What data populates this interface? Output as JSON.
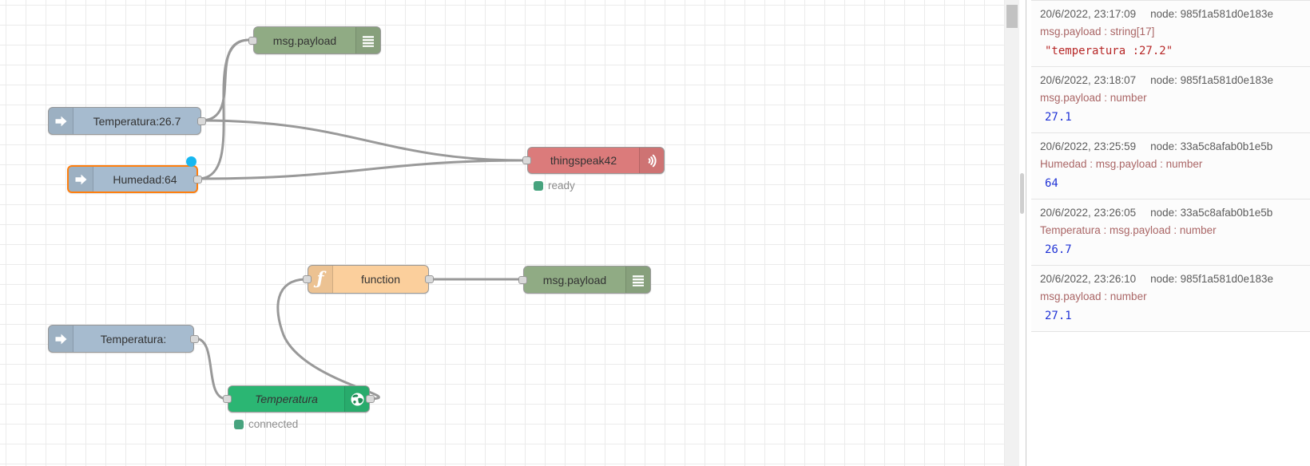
{
  "canvas": {
    "nodes": {
      "debug_top": {
        "label": "msg.payload",
        "icon": "debug-list-icon"
      },
      "inject_temp": {
        "label": "Temperatura:26.7",
        "icon": "inject-arrow-icon"
      },
      "inject_hum": {
        "label": "Humedad:64",
        "icon": "inject-arrow-icon",
        "selected": true,
        "changed": true
      },
      "thingspeak": {
        "label": "thingspeak42",
        "icon": "broadcast-icon",
        "status": "ready"
      },
      "function1": {
        "label": "function",
        "icon": "function-f-icon"
      },
      "debug_mid": {
        "label": "msg.payload",
        "icon": "debug-list-icon"
      },
      "inject_temp2": {
        "label": "Temperatura:",
        "icon": "inject-arrow-icon"
      },
      "websocket": {
        "label": "Temperatura",
        "icon": "globe-icon",
        "status": "connected"
      }
    },
    "colors": {
      "inject": "#a6bbcf",
      "debug": "#90ab84",
      "function": "#fbcf9c",
      "thingspeak": "#db7b7b",
      "websocket": "#2bb673",
      "selected_border": "#ff7f0e",
      "changed_dot": "#17b7f0",
      "status_dot": "#47a37e",
      "wire": "#999999"
    }
  },
  "debug_panel": {
    "messages": [
      {
        "time": "20/6/2022, 23:17:09",
        "node_id": "node: 985f1a581d0e183e",
        "path": "msg.payload : string[17]",
        "value": "\"temperatura :27.2\"",
        "value_type": "string"
      },
      {
        "time": "20/6/2022, 23:18:07",
        "node_id": "node: 985f1a581d0e183e",
        "path": "msg.payload : number",
        "value": "27.1",
        "value_type": "number"
      },
      {
        "time": "20/6/2022, 23:25:59",
        "node_id": "node: 33a5c8afab0b1e5b",
        "path": "Humedad : msg.payload : number",
        "value": "64",
        "value_type": "number"
      },
      {
        "time": "20/6/2022, 23:26:05",
        "node_id": "node: 33a5c8afab0b1e5b",
        "path": "Temperatura : msg.payload : number",
        "value": "26.7",
        "value_type": "number"
      },
      {
        "time": "20/6/2022, 23:26:10",
        "node_id": "node: 985f1a581d0e183e",
        "path": "msg.payload : number",
        "value": "27.1",
        "value_type": "number"
      }
    ],
    "value_colors": {
      "string": "#b72828",
      "number": "#2033d6"
    }
  }
}
